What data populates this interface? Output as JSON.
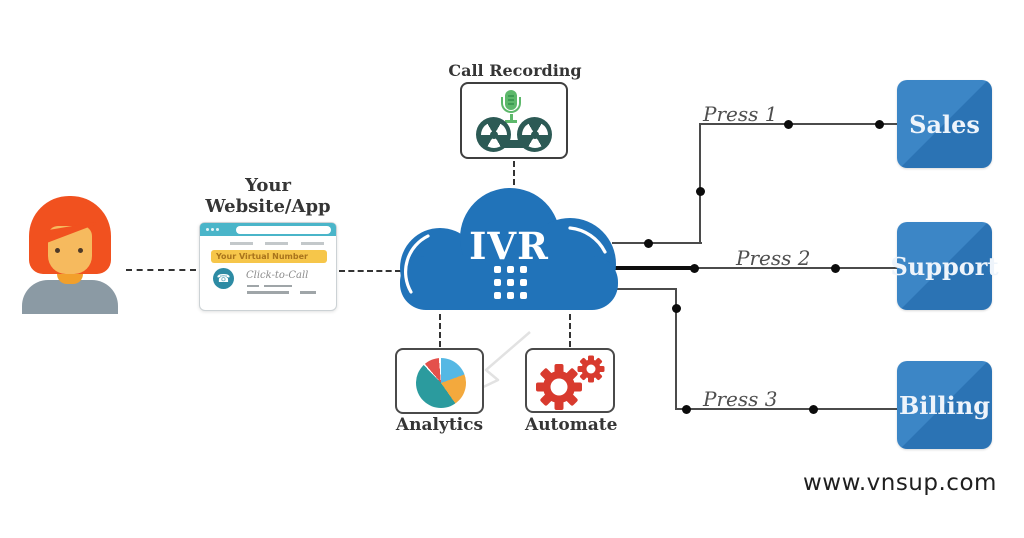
{
  "website": {
    "title_line1": "Your",
    "title_line2": "Website/App",
    "banner_text": "Your Virtual Number",
    "cta_text": "Click-to-Call",
    "phone_glyph": "☎"
  },
  "call_recording": {
    "label": "Call Recording"
  },
  "ivr": {
    "label": "IVR"
  },
  "analytics": {
    "label": "Analytics"
  },
  "automate": {
    "label": "Automate"
  },
  "menu": [
    {
      "press_label": "Press 1",
      "destination": "Sales"
    },
    {
      "press_label": "Press 2",
      "destination": "Support"
    },
    {
      "press_label": "Press 3",
      "destination": "Billing"
    }
  ],
  "footer": {
    "watermark": "www.vnsup.com"
  },
  "colors": {
    "cloud_blue": "#2173b9",
    "dest_box_blue": "#2b73b4",
    "dest_box_blue_light": "#3c86c6",
    "browser_teal": "#4ab5c9",
    "banner_yellow": "#f6c64a",
    "gear_red": "#d83a2e",
    "mic_green": "#5db86b",
    "reel_teal": "#2c5a55",
    "hair_orange": "#f1511f",
    "pie_teal": "#2b9b9e",
    "pie_blue": "#55b8e4",
    "pie_orange": "#f3a93d",
    "pie_red": "#e4504b"
  }
}
